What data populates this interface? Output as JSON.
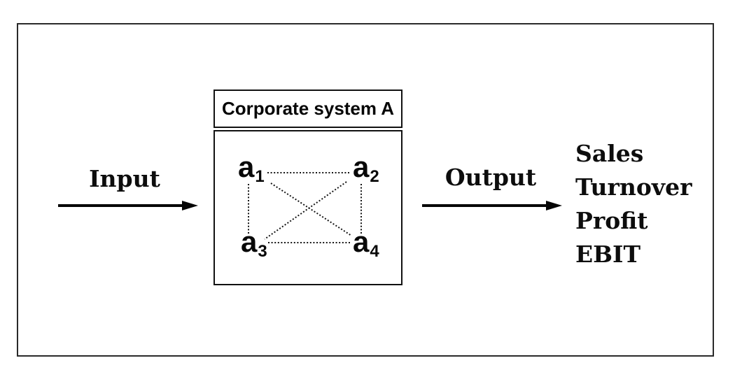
{
  "diagram": {
    "input": {
      "label": "Input"
    },
    "output": {
      "label": "Output"
    },
    "system_box": {
      "title": "Corporate system A"
    },
    "nodes": [
      {
        "id": "a1",
        "base": "a",
        "sub": "1"
      },
      {
        "id": "a2",
        "base": "a",
        "sub": "2"
      },
      {
        "id": "a3",
        "base": "a",
        "sub": "3"
      },
      {
        "id": "a4",
        "base": "a",
        "sub": "4"
      }
    ],
    "edges": [
      "a1-a2",
      "a1-a3",
      "a1-a4",
      "a2-a3",
      "a2-a4",
      "a3-a4"
    ],
    "outputs": [
      "Sales",
      "Turnover",
      "Profit",
      "EBIT"
    ],
    "colors": {
      "ink": "#000000",
      "background": "#ffffff"
    }
  }
}
